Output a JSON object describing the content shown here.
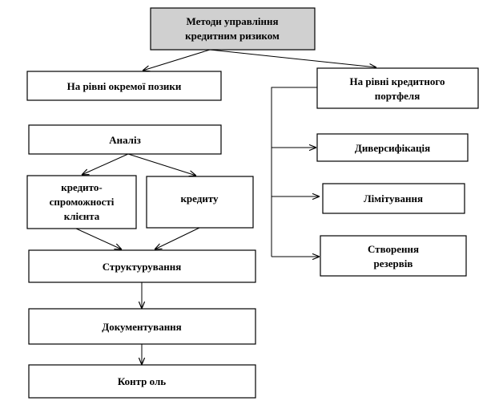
{
  "diagram": {
    "root": {
      "line1": "Методи управління",
      "line2": "кредитним ризиком"
    },
    "loan_level": "На рівні окремої позики",
    "portfolio_level": {
      "line1": "На рівні кредитного",
      "line2": "портфеля"
    },
    "analysis": "Аналіз",
    "client_creditworthiness": {
      "line1": "кредито-",
      "line2": "спроможності",
      "line3": "клієнта"
    },
    "credit": "кредиту",
    "structuring": "Структурування",
    "documentation": "Документування",
    "control": "Контр оль",
    "diversification": "Диверсифікація",
    "limiting": "Лімітування",
    "reserves": {
      "line1": "Створення",
      "line2": "резервів"
    }
  }
}
